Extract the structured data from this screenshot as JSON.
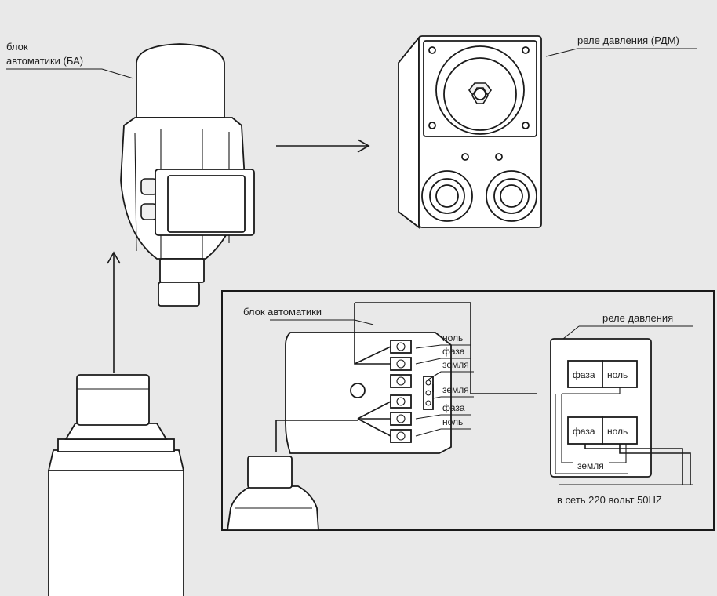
{
  "labels": {
    "automation_unit_line1": "блок",
    "automation_unit_line2": "автоматики (БА)",
    "pressure_relay": "реле давления (РДМ)",
    "wiring_automation_unit": "блок автоматики",
    "wiring_pressure_relay": "реле давления",
    "term_nol_1": "ноль",
    "term_faza_1": "фаза",
    "term_zemlya_1": "земля",
    "term_zemlya_2": "земля",
    "term_faza_2": "фаза",
    "term_nol_2": "ноль",
    "relay_faza_top": "фаза",
    "relay_nol_top": "ноль",
    "relay_faza_bottom": "фаза",
    "relay_nol_bottom": "ноль",
    "relay_zemlya": "земля",
    "mains": "в сеть 220 вольт 50HZ"
  },
  "colors": {
    "background": "#e9e9e9",
    "line": "#1a1a1a",
    "fill": "#ffffff"
  }
}
